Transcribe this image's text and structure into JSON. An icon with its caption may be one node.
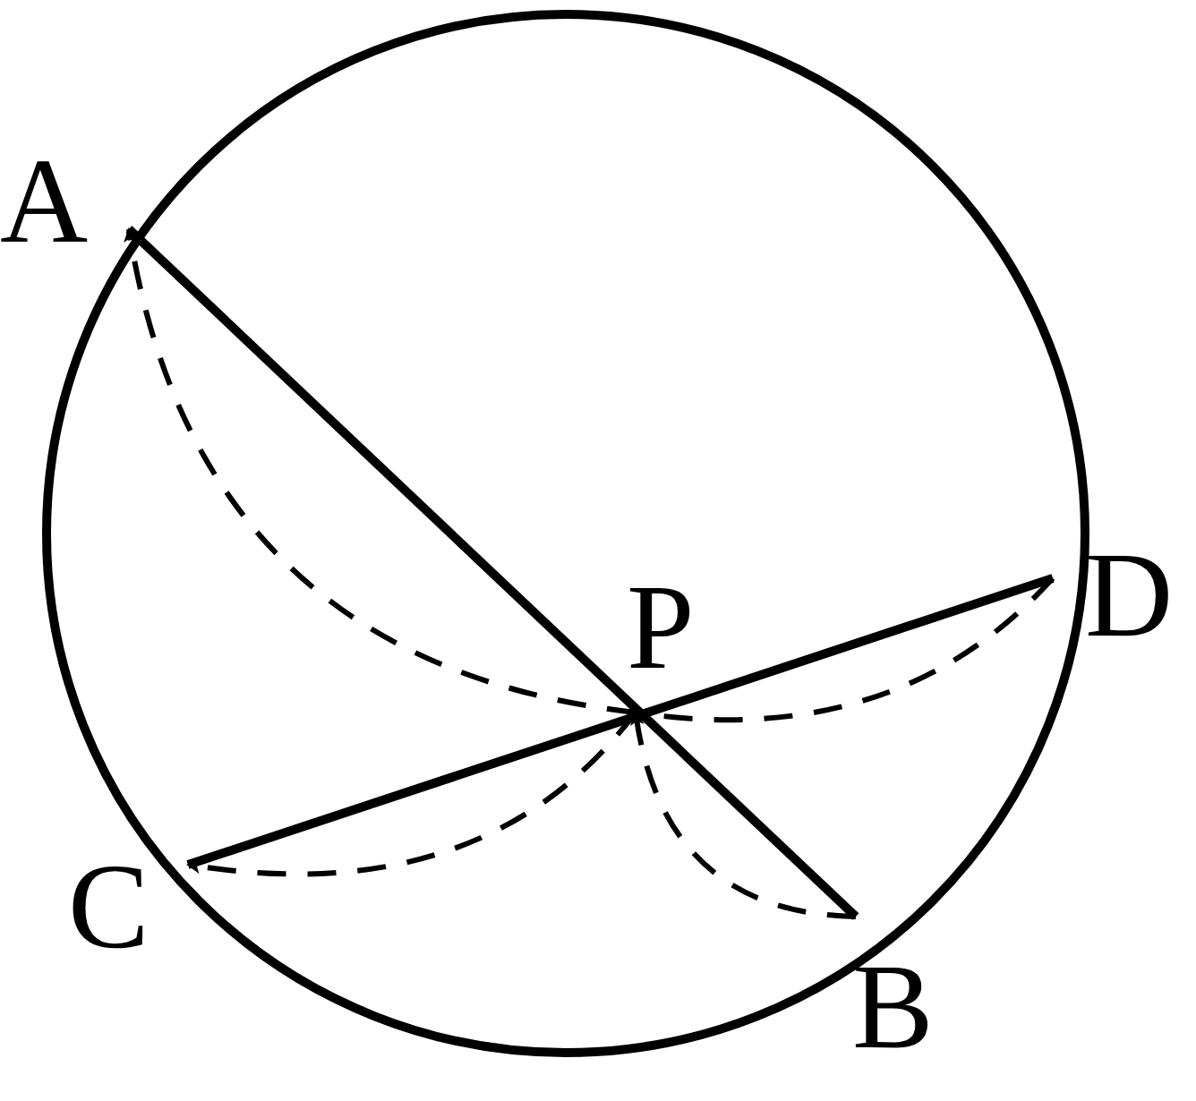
{
  "diagram": {
    "nodes": [
      {
        "text": [
          "A"
        ]
      },
      {
        "text": [
          "P"
        ]
      },
      {
        "text": [
          "D"
        ]
      },
      {
        "text": [
          "C"
        ]
      },
      {
        "text": [
          "B"
        ]
      }
    ],
    "edges": [
      {
        "from": 0,
        "to": 4,
        "arrow": "none"
      },
      {
        "from": 3,
        "to": 2,
        "arrow": "none"
      },
      {
        "from": 1,
        "to": 0,
        "arrow": "to",
        "style": "dashed"
      },
      {
        "from": 1,
        "to": 3,
        "arrow": "to",
        "style": "dashed"
      },
      {
        "from": 4,
        "to": 1,
        "arrow": "to",
        "style": "dashed"
      },
      {
        "from": 2,
        "to": 1,
        "arrow": "to",
        "style": "dashed"
      }
    ]
  }
}
